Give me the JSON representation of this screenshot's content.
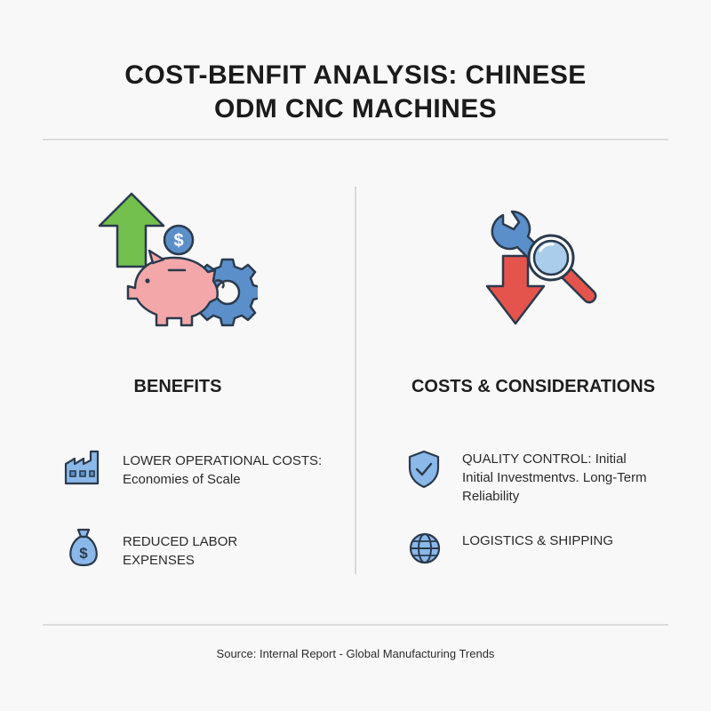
{
  "title": {
    "line1": "COST-BENFIT ANALYSIS: CHINESE",
    "line2": "ODM CNC MACHINES"
  },
  "benefits": {
    "heading": "BENEFITS",
    "items": [
      {
        "title": "LOWER OPERATIONAL COSTS:",
        "detail": "Economies of Scale",
        "icon": "factory-icon"
      },
      {
        "title": "REDUCED LABOR",
        "detail": "EXPENSES",
        "icon": "money-bag-icon"
      }
    ]
  },
  "costs": {
    "heading": "COSTS & CONSIDERATIONS",
    "items": [
      {
        "title": "QUALITY CONTROL: Initial",
        "detail": "Initial Investmentvs. Long-Term",
        "detail2": "Reliability",
        "icon": "shield-check-icon"
      },
      {
        "title": "LOGISTICS & SHIPPING",
        "icon": "globe-icon"
      }
    ]
  },
  "source": "Source: Internal Report - Global Manufacturing Trends",
  "colors": {
    "green_arrow": "#73c04f",
    "red_arrow": "#e4544c",
    "piggy": "#f4a7a9",
    "icon_blue": "#5b8fc9",
    "dark_outline": "#2b3a4d"
  }
}
